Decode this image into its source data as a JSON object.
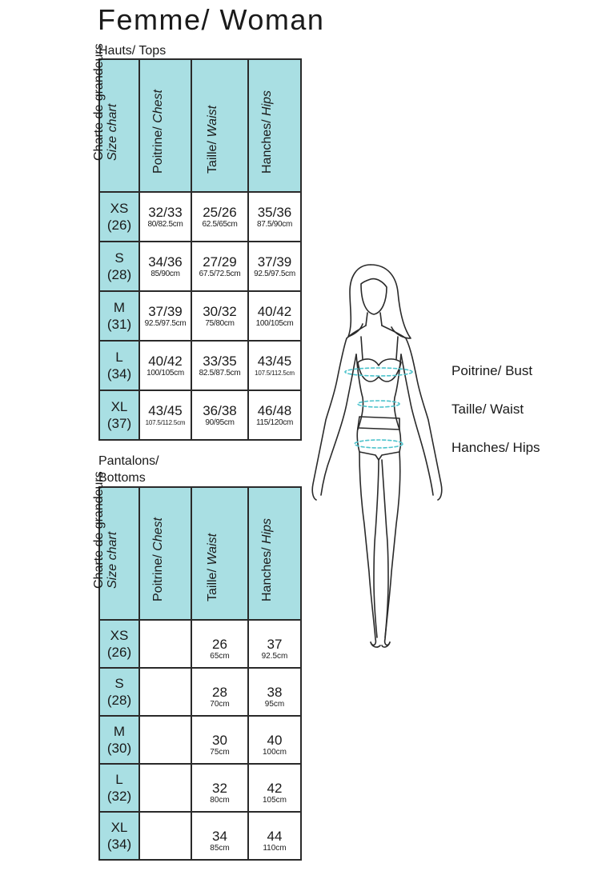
{
  "title": "Femme/ Woman",
  "tops": {
    "section_label": "Hauts/ Tops",
    "headers": {
      "size_fr": "Charte de grandeurs",
      "size_en": "Size chart",
      "chest_fr": "Poitrine/ ",
      "chest_en": "Chest",
      "waist_fr": "Taille/ ",
      "waist_en": "Waist",
      "hips_fr": "Hanches/ ",
      "hips_en": "Hips"
    },
    "rows": [
      {
        "size": "XS",
        "num": "(26)",
        "chest": "32/33",
        "chest_cm": "80/82.5cm",
        "waist": "25/26",
        "waist_cm": "62.5/65cm",
        "hips": "35/36",
        "hips_cm": "87.5/90cm"
      },
      {
        "size": "S",
        "num": "(28)",
        "chest": "34/36",
        "chest_cm": "85/90cm",
        "waist": "27/29",
        "waist_cm": "67.5/72.5cm",
        "hips": "37/39",
        "hips_cm": "92.5/97.5cm"
      },
      {
        "size": "M",
        "num": "(31)",
        "chest": "37/39",
        "chest_cm": "92.5/97.5cm",
        "waist": "30/32",
        "waist_cm": "75/80cm",
        "hips": "40/42",
        "hips_cm": "100/105cm"
      },
      {
        "size": "L",
        "num": "(34)",
        "chest": "40/42",
        "chest_cm": "100/105cm",
        "waist": "33/35",
        "waist_cm": "82.5/87.5cm",
        "hips": "43/45",
        "hips_cm": "107.5/112.5cm"
      },
      {
        "size": "XL",
        "num": "(37)",
        "chest": "43/45",
        "chest_cm": "107.5/112.5cm",
        "waist": "36/38",
        "waist_cm": "90/95cm",
        "hips": "46/48",
        "hips_cm": "115/120cm"
      }
    ]
  },
  "bottoms": {
    "section_label_line1": "Pantalons/",
    "section_label_line2": "Bottoms",
    "headers": {
      "size_fr": "Charte de grandeurs",
      "size_en": "Size chart",
      "chest_fr": "Poitrine/ ",
      "chest_en": "Chest",
      "waist_fr": "Taille/ ",
      "waist_en": "Waist",
      "hips_fr": "Hanches/ ",
      "hips_en": "Hips"
    },
    "rows": [
      {
        "size": "XS",
        "num": "(26)",
        "waist": "26",
        "waist_cm": "65cm",
        "hips": "37",
        "hips_cm": "92.5cm"
      },
      {
        "size": "S",
        "num": "(28)",
        "waist": "28",
        "waist_cm": "70cm",
        "hips": "38",
        "hips_cm": "95cm"
      },
      {
        "size": "M",
        "num": "(30)",
        "waist": "30",
        "waist_cm": "75cm",
        "hips": "40",
        "hips_cm": "100cm"
      },
      {
        "size": "L",
        "num": "(32)",
        "waist": "32",
        "waist_cm": "80cm",
        "hips": "42",
        "hips_cm": "105cm"
      },
      {
        "size": "XL",
        "num": "(34)",
        "waist": "34",
        "waist_cm": "85cm",
        "hips": "44",
        "hips_cm": "110cm"
      }
    ]
  },
  "figure": {
    "bust_label": "Poitrine/ Bust",
    "waist_label": "Taille/ Waist",
    "hips_label": "Hanches/ Hips"
  },
  "colors": {
    "header_fill": "#a9dfe3",
    "measure_line": "#4cc3cc",
    "border": "#2a2a2a"
  }
}
